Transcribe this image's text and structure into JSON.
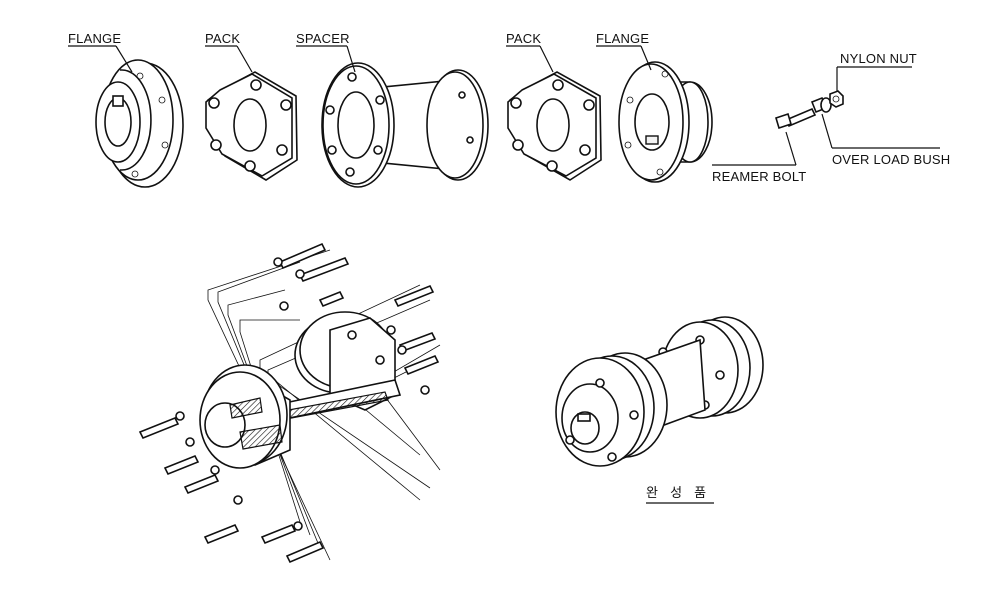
{
  "labels": {
    "flange_left": "FLANGE",
    "pack_left": "PACK",
    "spacer": "SPACER",
    "pack_right": "PACK",
    "flange_right": "FLANGE",
    "nylon_nut": "NYLON NUT",
    "reamer_bolt": "REAMER BOLT",
    "over_load_bush": "OVER LOAD BUSH"
  },
  "assembled_caption": "완 성 품",
  "colors": {
    "line": "#111111",
    "fill": "#ffffff",
    "hatch": "#888888"
  }
}
